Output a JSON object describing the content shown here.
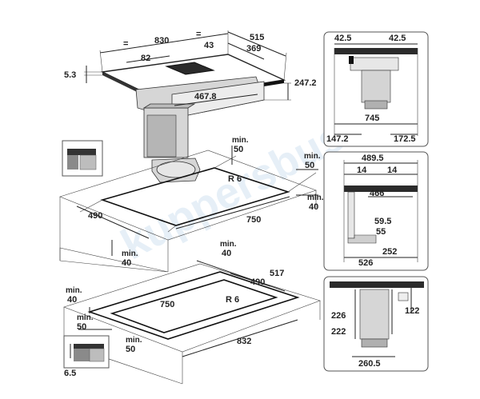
{
  "watermark": "kuppersbusch",
  "top_view": {
    "width_total": "830",
    "equal_left": "=",
    "equal_right": "=",
    "vent_width": "43",
    "depth_total": "515",
    "offset_left": "82",
    "offset_right": "369",
    "glass_thickness": "5.3",
    "unit_height": "247.2",
    "body_width": "467.8",
    "radius": "R 6",
    "cutout_width": "750",
    "cutout_depth": "490",
    "min_front_label": "min.",
    "min_front": "40",
    "min_right_label": "min.",
    "min_right_1": "50",
    "min_right_2_label": "min.",
    "min_right_2": "40",
    "min_back_label": "min.",
    "min_back": "50"
  },
  "flush_view": {
    "min_top_label": "min.",
    "min_top": "40",
    "depth": "517",
    "cutout_depth": "490",
    "radius": "R 6",
    "cutout_width": "750",
    "overall_width": "832",
    "min_left_label": "min.",
    "min_left": "40",
    "min_front_label": "min.",
    "min_front": "50",
    "min_front2_label": "min.",
    "min_front2": "50",
    "rebate_depth": "6.5"
  },
  "side_panel_1": {
    "left_offset": "42.5",
    "right_offset": "42.5",
    "motor_width": "745",
    "left_edge": "147.2",
    "right_edge": "172.5"
  },
  "side_panel_2": {
    "overall": "489.5",
    "left_gap": "14",
    "right_gap": "14",
    "duct_length": "466",
    "duct_offset_1": "59.5",
    "duct_offset_2": "55",
    "duct_spacing": "252",
    "total_depth": "526"
  },
  "side_panel_3": {
    "left_width": "226",
    "right_height": "122",
    "inner_width": "222",
    "bottom_width": "260.5"
  }
}
